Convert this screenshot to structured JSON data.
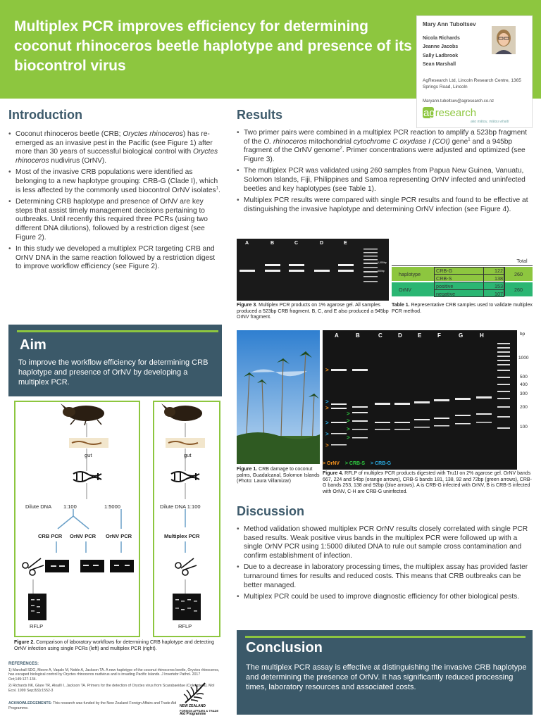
{
  "title": "Multiplex PCR improves efficiency for determining coconut rhinoceros beetle haplotype and presence of its biocontrol virus",
  "authors": {
    "main": "Mary Ann Tuboltsev",
    "others": [
      "Nicola Richards",
      "Jeanne Jacobs",
      "Sally Ladbrook",
      "Sean Marshall"
    ],
    "affiliation": "AgResearch Ltd, Lincoln Research Centre, 1365 Springs Road,  Lincoln",
    "email": "Maryann.tuboltsev@agresearch.co.nz",
    "logo_text": "agresearch",
    "logo_tagline": "ako mātou, mātou whaiti"
  },
  "introduction": {
    "heading": "Introduction",
    "b1_a": "Coconut rhinoceros beetle (CRB; ",
    "b1_b": "Oryctes rhinoceros",
    "b1_c": ") has re-emerged as an invasive pest in the Pacific (see Figure 1) after more than 30 years of successful biological control with ",
    "b1_d": "Oryctes rhinoceros",
    "b1_e": " nudivirus (OrNV).",
    "b2": "Most of the invasive CRB populations were identified as belonging to a new haplotype grouping: CRB-G (Clade I), which is less affected by the commonly used biocontrol OrNV isolates",
    "b2_sup": "1",
    "b2_end": ".",
    "b3": "Determining CRB haplotype and presence of OrNV are key steps that assist timely management decisions pertaining to outbreaks. Until recently this required three PCRs (using two different DNA dilutions), followed by a restriction digest (see Figure 2).",
    "b4": "In this study we developed a multiplex PCR targeting CRB and OrNV DNA in the same reaction followed by a restriction digest to improve workflow efficiency (see Figure 2)."
  },
  "aim": {
    "heading": "Aim",
    "text": "To improve the workflow efficiency for determining CRB haplotype and presence of OrNV by developing a multiplex PCR."
  },
  "workflow": {
    "gut": "gut",
    "left_dilutions": [
      "Dilute DNA",
      "1:100",
      "1:5000"
    ],
    "left_pcrs": [
      "CRB PCR",
      "OrNV PCR",
      "OrNV PCR"
    ],
    "right_dilution": "Dilute DNA 1:100",
    "right_pcr": "Multiplex PCR",
    "rflp": "RFLP",
    "caption_bold": "Figure 2.",
    "caption": " Comparison of laboratory workflows for determining CRB haplotype and detecting OrNV infection using single PCRs (left) and multiplex PCR (right)."
  },
  "references": {
    "heading": "REFERENCES:",
    "items": [
      "1)  Marshall SDG, Moore A, Vaqalo M, Noble A, Jackson TA. A new haplotype of the coconut rhinoceros beetle, Oryctes rhinoceros, has escaped biological control by Oryctes rhinoceros nudivirus and is invading Pacific Islands. J Invertebr Pathol. 2017 Oct;149:127-134.",
      "2)  Richards NK, Glare TR, Aloali'i I, Jackson TA. Primers for the detection of Oryctes virus from Scarabaeidae (Coleoptera). Mol Ecol. 1999 Sep;8(9):1552-3"
    ],
    "ack_heading": "ACKNOWLEDGEMENTS:",
    "ack": " This research was funded by the New Zealand Foreign Affairs and Trade Aid Programme."
  },
  "nz_logo": [
    "NEW ZEALAND",
    "FOREIGN AFFAIRS & TRADE",
    "Aid Programme"
  ],
  "results": {
    "heading": "Results",
    "b1_a": "Two primer pairs were combined in a multiplex PCR reaction to amplify a 523bp fragment of the ",
    "b1_b": "O. rhinoceros",
    "b1_c": " mitochondrial ",
    "b1_d": "cytochrome C oxydase I (COI)",
    "b1_e": " gene",
    "b1_sup1": "1",
    "b1_f": " and a 945bp fragment of the OrNV genome",
    "b1_sup2": "2",
    "b1_g": ". Primer concentrations were adjusted and optimized (see Figure 3).",
    "b2": "The multiplex PCR was validated using 260 samples from Papua New Guinea, Vanuatu, Solomon Islands, Fiji, Philippines and Samoa representing OrNV infected and uninfected beetles and key haplotypes (see Table 1).",
    "b3": "Multiplex PCR results were compared with single PCR results and found to be effective at distinguishing the invasive haplotype and determining OrNV infection (see Figure 4)."
  },
  "figure3": {
    "lanes": [
      "A",
      "B",
      "C",
      "D",
      "E"
    ],
    "ladder_labels": [
      "1,000bp",
      "500bp"
    ],
    "caption_bold": "Figure 3",
    "caption": ". Multiplex PCR products on 1% agarose gel. All samples produced a 523bp CRB fragment. B, C, and E also produced a 945bp OrNV  fragment."
  },
  "table1": {
    "total_header": "Total",
    "rows": [
      {
        "group": "haplotype",
        "label": "CRB-G",
        "value": "122",
        "total": "260"
      },
      {
        "group": "",
        "label": "CRB-S",
        "value": "138",
        "total": ""
      },
      {
        "group": "OrNV",
        "label": "positive",
        "value": "153",
        "total": "260"
      },
      {
        "group": "",
        "label": "negative",
        "value": "107",
        "total": ""
      }
    ],
    "colors": {
      "haplotype": "#8dc63f",
      "ornv": "#2bb673"
    },
    "caption_bold": "Table 1.",
    "caption": " Representative CRB samples used to validate multiplex PCR method."
  },
  "figure1": {
    "caption_bold": "Figure 1.",
    "caption": " CRB damage to coconut palms, Guadalcanal, Solomon Islands (Photo: Laura Villamizar)"
  },
  "figure4": {
    "lanes": [
      "A",
      "B",
      "C",
      "D",
      "E",
      "F",
      "G",
      "H"
    ],
    "bp_header": "bp",
    "bp_labels": [
      "1000",
      "500",
      "400",
      "300",
      "200",
      "100"
    ],
    "legend": [
      "> OrNV",
      "> CRB-S",
      ">  CRB-G"
    ],
    "legend_colors": [
      "#f7941d",
      "#2ecc40",
      "#29abe2"
    ],
    "caption_bold": "Figure 4.",
    "caption": " RFLP of multiplex PCR products digested with Tru1I on 2% agarose gel. OrNV bands 667, 224 and 54bp (orange arrows), CRB-S bands 181, 138, 92 and 72bp (green arrows), CRB-G  bands  253, 138 and 92bp (blue arrows). A is CRB-G infected with OrNV, B is CRB-S infected with OrNV, C-H are CRB-G uninfected."
  },
  "discussion": {
    "heading": "Discussion",
    "b1": "Method validation showed multiplex PCR OrNV results closely correlated with single PCR based results. Weak positive virus bands in the multiplex PCR were followed up with a single OrNV PCR using 1:5000 diluted DNA to rule out sample cross contamination and confirm establishment of infection.",
    "b2": "Due to a decrease in laboratory processing times, the multiplex assay has provided faster turnaround times for results and reduced costs. This means that CRB outbreaks can be better managed.",
    "b3": "Multiplex PCR could be used to improve diagnostic efficiency for other biological pests."
  },
  "conclusion": {
    "heading": "Conclusion",
    "text": "The multiplex PCR  assay is effective at distinguishing the invasive CRB haplotype and determining the presence of OrNV. It has significantly reduced processing times, laboratory resources and associated costs."
  },
  "colors": {
    "green": "#8dc63f",
    "slate": "#3b5969",
    "heading": "#3d5a6b"
  }
}
